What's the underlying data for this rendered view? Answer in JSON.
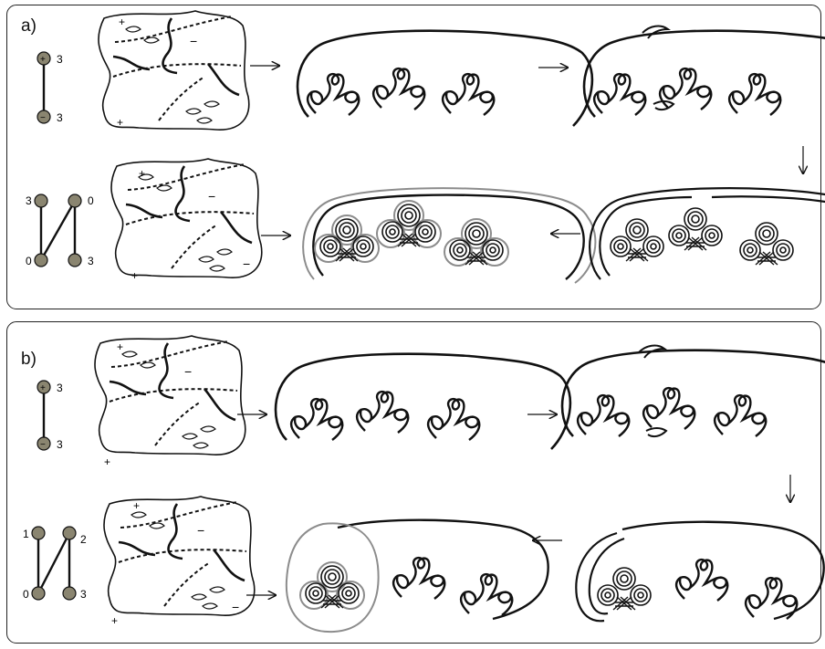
{
  "panels": [
    {
      "label": "a)",
      "top_graph": {
        "top_node": "3",
        "bottom_node": "3"
      },
      "bottom_graph": {
        "n1": "3",
        "n2": "0",
        "n3": "0",
        "n4": "3"
      }
    },
    {
      "label": "b)",
      "top_graph": {
        "top_node": "3",
        "bottom_node": "3"
      },
      "bottom_graph": {
        "n1": "1",
        "n2": "2",
        "n3": "0",
        "n4": "3"
      }
    }
  ],
  "region_signs": {
    "plus": "+",
    "minus": "−"
  },
  "colors": {
    "node_fill": "#8a8570",
    "ink": "#111111",
    "halo": "#8c8c8c"
  }
}
